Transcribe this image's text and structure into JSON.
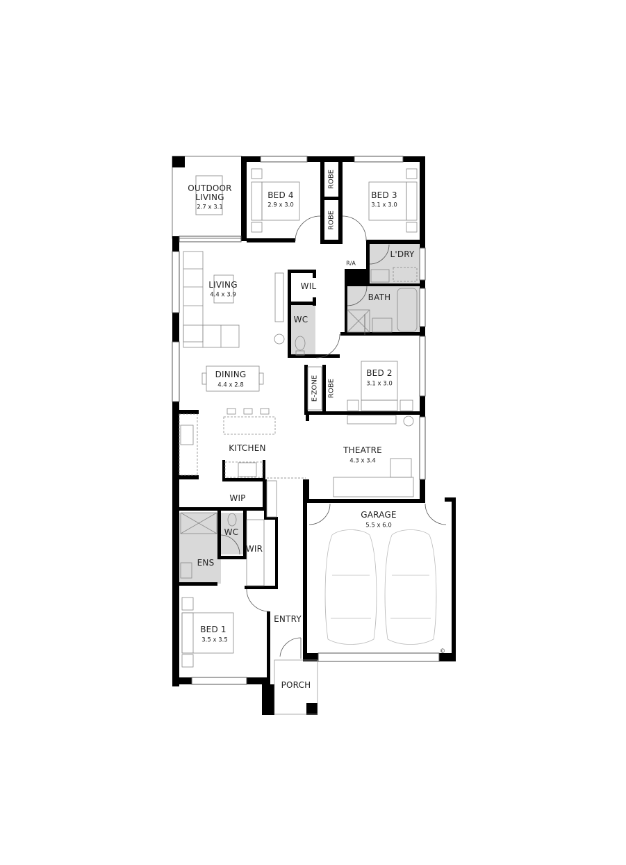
{
  "plan": {
    "colors": {
      "wall": "#000000",
      "wet_area": "#d9d9d9",
      "furniture": "#888888",
      "background": "#ffffff"
    },
    "rooms": [
      {
        "id": "outdoor_living",
        "name": "OUTDOOR LIVING",
        "name_line1": "OUTDOOR",
        "name_line2": "LIVING",
        "dims": "2.7 x 3.1"
      },
      {
        "id": "bed4",
        "name": "BED 4",
        "dims": "2.9 x 3.0"
      },
      {
        "id": "robe_bed4",
        "name": "ROBE"
      },
      {
        "id": "robe_bed3",
        "name": "ROBE"
      },
      {
        "id": "bed3",
        "name": "BED 3",
        "dims": "3.1 x 3.0"
      },
      {
        "id": "laundry",
        "name": "L'DRY"
      },
      {
        "id": "ra",
        "name": "R/A"
      },
      {
        "id": "living",
        "name": "LIVING",
        "dims": "4.4 x 3.9"
      },
      {
        "id": "wil",
        "name": "WIL"
      },
      {
        "id": "wc_main",
        "name": "WC"
      },
      {
        "id": "bath",
        "name": "BATH"
      },
      {
        "id": "dining",
        "name": "DINING",
        "dims": "4.4 x 2.8"
      },
      {
        "id": "ezone",
        "name": "E-ZONE"
      },
      {
        "id": "robe_bed2",
        "name": "ROBE"
      },
      {
        "id": "bed2",
        "name": "BED 2",
        "dims": "3.1 x 3.0"
      },
      {
        "id": "kitchen",
        "name": "KITCHEN"
      },
      {
        "id": "theatre",
        "name": "THEATRE",
        "dims": "4.3 x 3.4"
      },
      {
        "id": "wip",
        "name": "WIP"
      },
      {
        "id": "garage",
        "name": "GARAGE",
        "dims": "5.5 x 6.0"
      },
      {
        "id": "wc_ens",
        "name": "WC"
      },
      {
        "id": "wir",
        "name": "WIR"
      },
      {
        "id": "ens",
        "name": "ENS"
      },
      {
        "id": "entry",
        "name": "ENTRY"
      },
      {
        "id": "bed1",
        "name": "BED 1",
        "dims": "3.5 x 3.5"
      },
      {
        "id": "porch",
        "name": "PORCH"
      }
    ],
    "copyright_symbol": "©"
  }
}
